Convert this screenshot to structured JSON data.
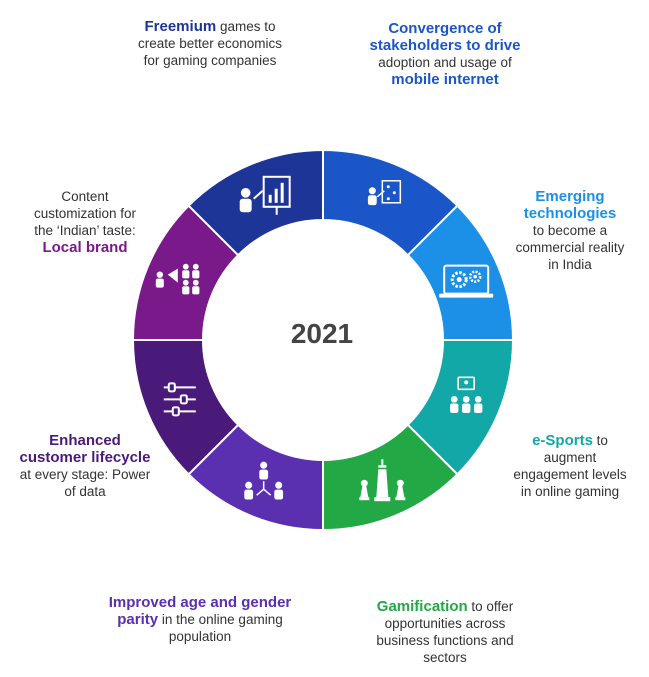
{
  "center": {
    "year": "2021"
  },
  "segments": [
    {
      "id": "convergence",
      "icon": "presenter-board-icon",
      "color": "#1a56c8",
      "lines": [
        [
          {
            "t": "Convergence of",
            "bold": true
          }
        ],
        [
          {
            "t": "stakeholders to drive",
            "bold": true
          }
        ],
        [
          {
            "t": "adoption and usage of",
            "bold": false
          }
        ],
        [
          {
            "t": "mobile internet",
            "bold": true
          }
        ]
      ]
    },
    {
      "id": "emerging",
      "icon": "laptop-gears-icon",
      "color": "#1c8fe6",
      "lines": [
        [
          {
            "t": "Emerging",
            "bold": true
          }
        ],
        [
          {
            "t": "technologies",
            "bold": true
          }
        ],
        [
          {
            "t": "to become a",
            "bold": false
          }
        ],
        [
          {
            "t": "commercial reality",
            "bold": false
          }
        ],
        [
          {
            "t": "in India",
            "bold": false
          }
        ]
      ]
    },
    {
      "id": "esports",
      "icon": "esports-audience-icon",
      "color": "#13a8a8",
      "lines": [
        [
          {
            "t": "e-Sports",
            "bold": true
          },
          {
            "t": " to",
            "bold": false
          }
        ],
        [
          {
            "t": "augment",
            "bold": false
          }
        ],
        [
          {
            "t": "engagement levels",
            "bold": false
          }
        ],
        [
          {
            "t": "in online gaming",
            "bold": false
          }
        ]
      ]
    },
    {
      "id": "gamification",
      "icon": "chess-pieces-icon",
      "color": "#22a845",
      "lines": [
        [
          {
            "t": "Gamification",
            "bold": true
          },
          {
            "t": " to offer",
            "bold": false
          }
        ],
        [
          {
            "t": "opportunities across",
            "bold": false
          }
        ],
        [
          {
            "t": "business functions and",
            "bold": false
          }
        ],
        [
          {
            "t": "sectors",
            "bold": false
          }
        ]
      ]
    },
    {
      "id": "parity",
      "icon": "people-network-icon",
      "color": "#5a2fb0",
      "lines": [
        [
          {
            "t": "Improved age and gender",
            "bold": true
          }
        ],
        [
          {
            "t": "parity",
            "bold": true
          },
          {
            "t": " in the online gaming",
            "bold": false
          }
        ],
        [
          {
            "t": "population",
            "bold": false
          }
        ]
      ]
    },
    {
      "id": "lifecycle",
      "icon": "sliders-icon",
      "color": "#4a1a7a",
      "lines": [
        [
          {
            "t": "Enhanced",
            "bold": true
          }
        ],
        [
          {
            "t": "customer lifecycle",
            "bold": true
          }
        ],
        [
          {
            "t": "at every stage: Power",
            "bold": false
          }
        ],
        [
          {
            "t": "of data",
            "bold": false
          }
        ]
      ]
    },
    {
      "id": "local",
      "icon": "megaphone-crowd-icon",
      "color": "#7a1a8a",
      "lines": [
        [
          {
            "t": "Content",
            "bold": false
          }
        ],
        [
          {
            "t": "customization for",
            "bold": false
          }
        ],
        [
          {
            "t": "the ‘Indian’ taste:",
            "bold": false
          }
        ],
        [
          {
            "t": "Local brand",
            "bold": true
          }
        ]
      ]
    },
    {
      "id": "freemium",
      "icon": "presenter-chart-icon",
      "color": "#1d3596",
      "lines": [
        [
          {
            "t": "Freemium",
            "bold": true
          },
          {
            "t": " games to",
            "bold": false
          }
        ],
        [
          {
            "t": "create better economics",
            "bold": false
          }
        ],
        [
          {
            "t": "for gaming companies",
            "bold": false
          }
        ]
      ]
    }
  ]
}
